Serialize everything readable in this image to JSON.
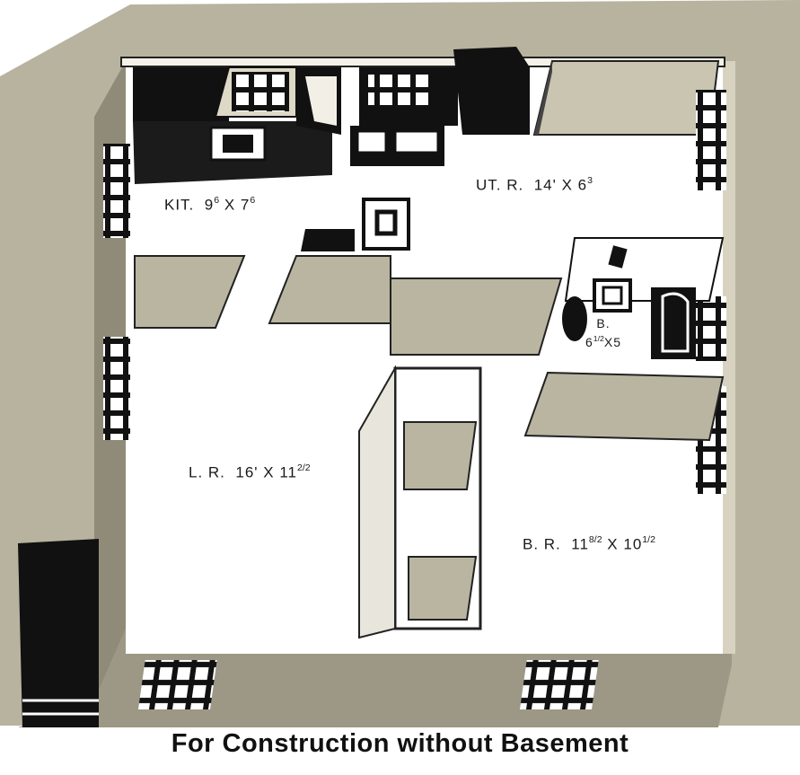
{
  "caption": "For Construction without Basement",
  "rooms": {
    "kitchen": {
      "name": "KIT.",
      "w": "9",
      "w_sup": "6",
      "sep": "X",
      "d": "7",
      "d_sup": "6"
    },
    "utility": {
      "name": "UT. R.",
      "w": "14'",
      "w_sup": "",
      "sep": "X",
      "d": "6",
      "d_sup": "3"
    },
    "bath": {
      "name": "B.",
      "w": "6",
      "w_sup": "1/2",
      "sep": "X",
      "d": "5",
      "d_sup": ""
    },
    "living_room": {
      "name": "L. R.",
      "w": "16'",
      "w_sup": "",
      "sep": "X",
      "d": "11",
      "d_sup": "2/2"
    },
    "bedroom": {
      "name": "B. R.",
      "w": "11",
      "w_sup": "8/2",
      "sep": "X",
      "d": "10",
      "d_sup": "1/2"
    }
  },
  "colors": {
    "paper": "#b7b39f",
    "floor": "#ffffff",
    "wall_top": "#b5b19d",
    "wall_side": "#8f8b78",
    "ink": "#141414"
  }
}
